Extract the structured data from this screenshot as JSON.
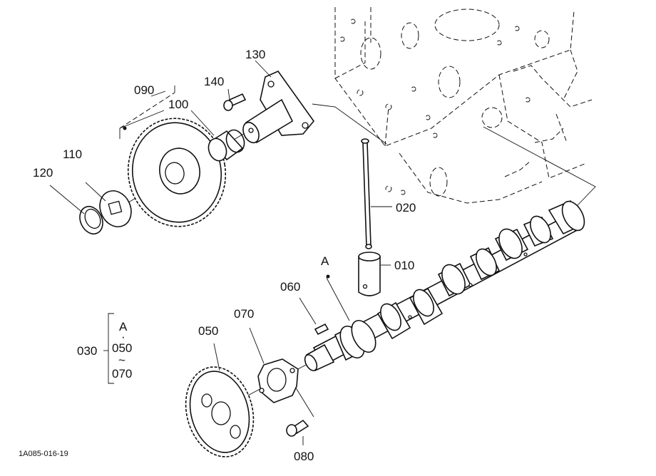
{
  "labels": {
    "p010": "010",
    "p020": "020",
    "p030": "030",
    "p050": "050",
    "p060": "060",
    "p070": "070",
    "p080": "080",
    "p090": "090",
    "p100": "100",
    "p110": "110",
    "p120": "120",
    "p130": "130",
    "p140": "140",
    "ref_a": "A",
    "group_a": "A",
    "group_dot": "·",
    "group_from": "050",
    "group_tilde": "~",
    "group_to": "070"
  },
  "figure_code": "1A085-016-19"
}
